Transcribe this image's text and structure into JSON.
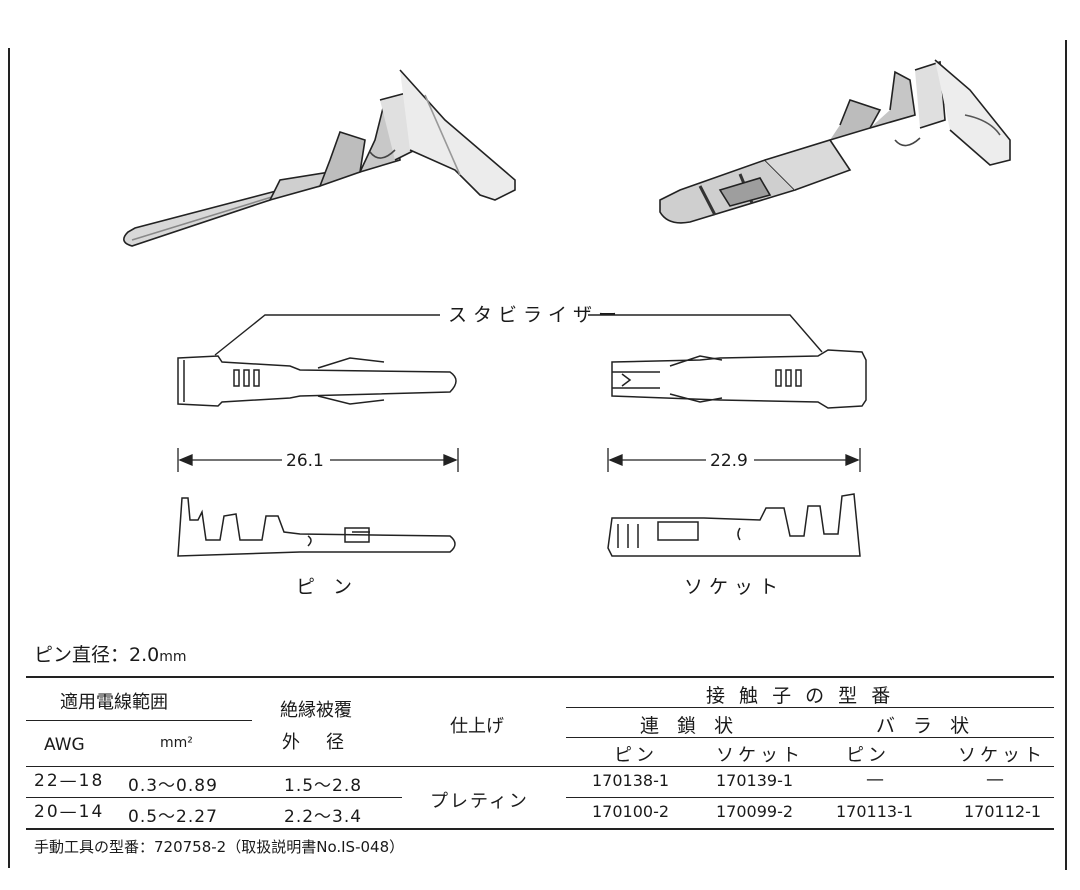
{
  "figure": {
    "stabilizer_label": "スタビライザー",
    "pin": {
      "length": "26.1",
      "caption": "ピ ン"
    },
    "socket": {
      "length": "22.9",
      "caption": "ソケット"
    }
  },
  "spec": {
    "pin_diameter_label": "ピン直径：",
    "pin_diameter_value": "2.0",
    "pin_diameter_unit": "mm"
  },
  "table": {
    "header": {
      "applicable_wire": "適用電線範囲",
      "awg": "AWG",
      "mm2": "mm²",
      "insulation_line1": "絶縁被覆",
      "insulation_line2": "外　径",
      "finish": "仕上げ",
      "contact_part_no": "接 触 子 の 型 番",
      "chain": "連 鎖 状",
      "loose": "バ ラ 状",
      "pin": "ピン",
      "socket": "ソケット",
      "pin2": "ピン",
      "socket2": "ソケット"
    },
    "finish_value": "プレティン",
    "rows": [
      {
        "awg": "22—18",
        "mm2": "0.3～0.89",
        "od": "1.5～2.8",
        "chain_pin": "170138-1",
        "chain_socket": "170139-1",
        "loose_pin": "—",
        "loose_socket": "—"
      },
      {
        "awg": "20—14",
        "mm2": "0.5～2.27",
        "od": "2.2～3.4",
        "chain_pin": "170100-2",
        "chain_socket": "170099-2",
        "loose_pin": "170113-1",
        "loose_socket": "170112-1"
      }
    ]
  },
  "footer_note": "手動工具の型番：720758-2（取扱説明書No.IS-048）"
}
